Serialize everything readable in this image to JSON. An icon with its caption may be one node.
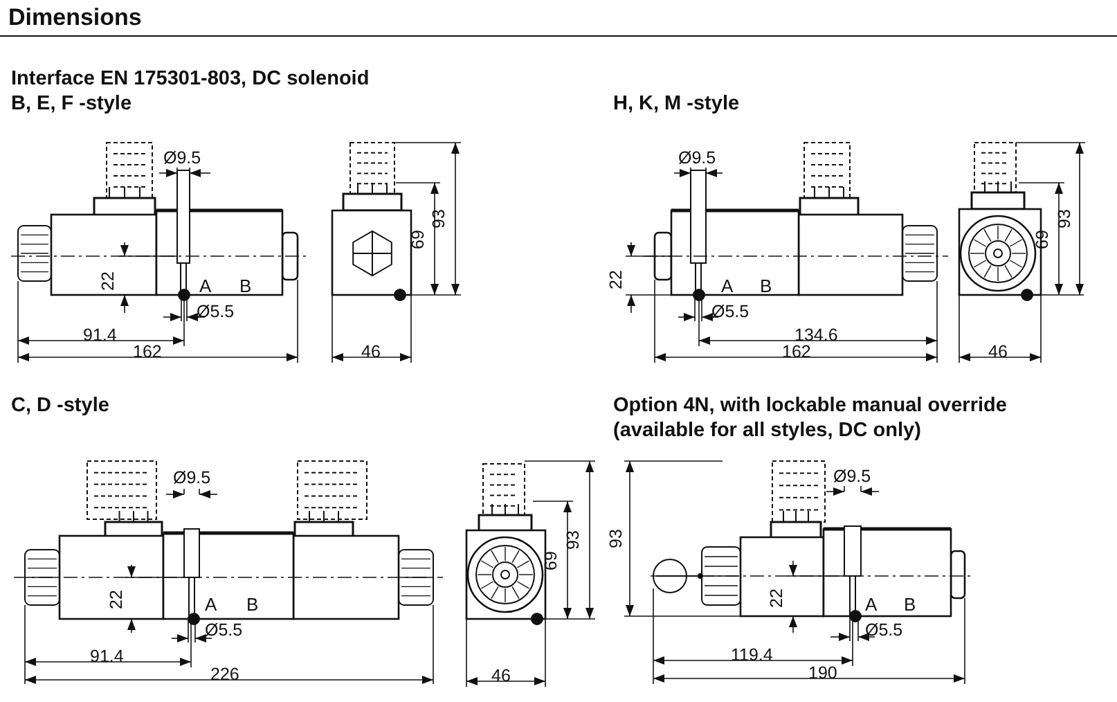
{
  "diagram": {
    "title": "Dimensions",
    "labels": [
      "Interface EN 175301-803, DC solenoid",
      "B, E, F -style",
      "H, K, M -style",
      "Ø9.5",
      "A",
      "B",
      "22",
      "Ø5.5",
      "91.4",
      "162",
      "69",
      "93",
      "46",
      "Ø9.5",
      "22",
      "A",
      "B",
      "Ø5.5",
      "134.6",
      "162",
      "69",
      "93",
      "46",
      "C, D -style",
      "Option 4N, with lockable manual override (available for all styles, DC only)",
      "Ø9.5",
      "A",
      "B",
      "22",
      "Ø5.5",
      "91.4",
      "226",
      "69",
      "93",
      "46",
      "93",
      "Ø9.5",
      "22",
      "A",
      "B",
      "Ø5.5",
      "119.4",
      "190"
    ]
  }
}
